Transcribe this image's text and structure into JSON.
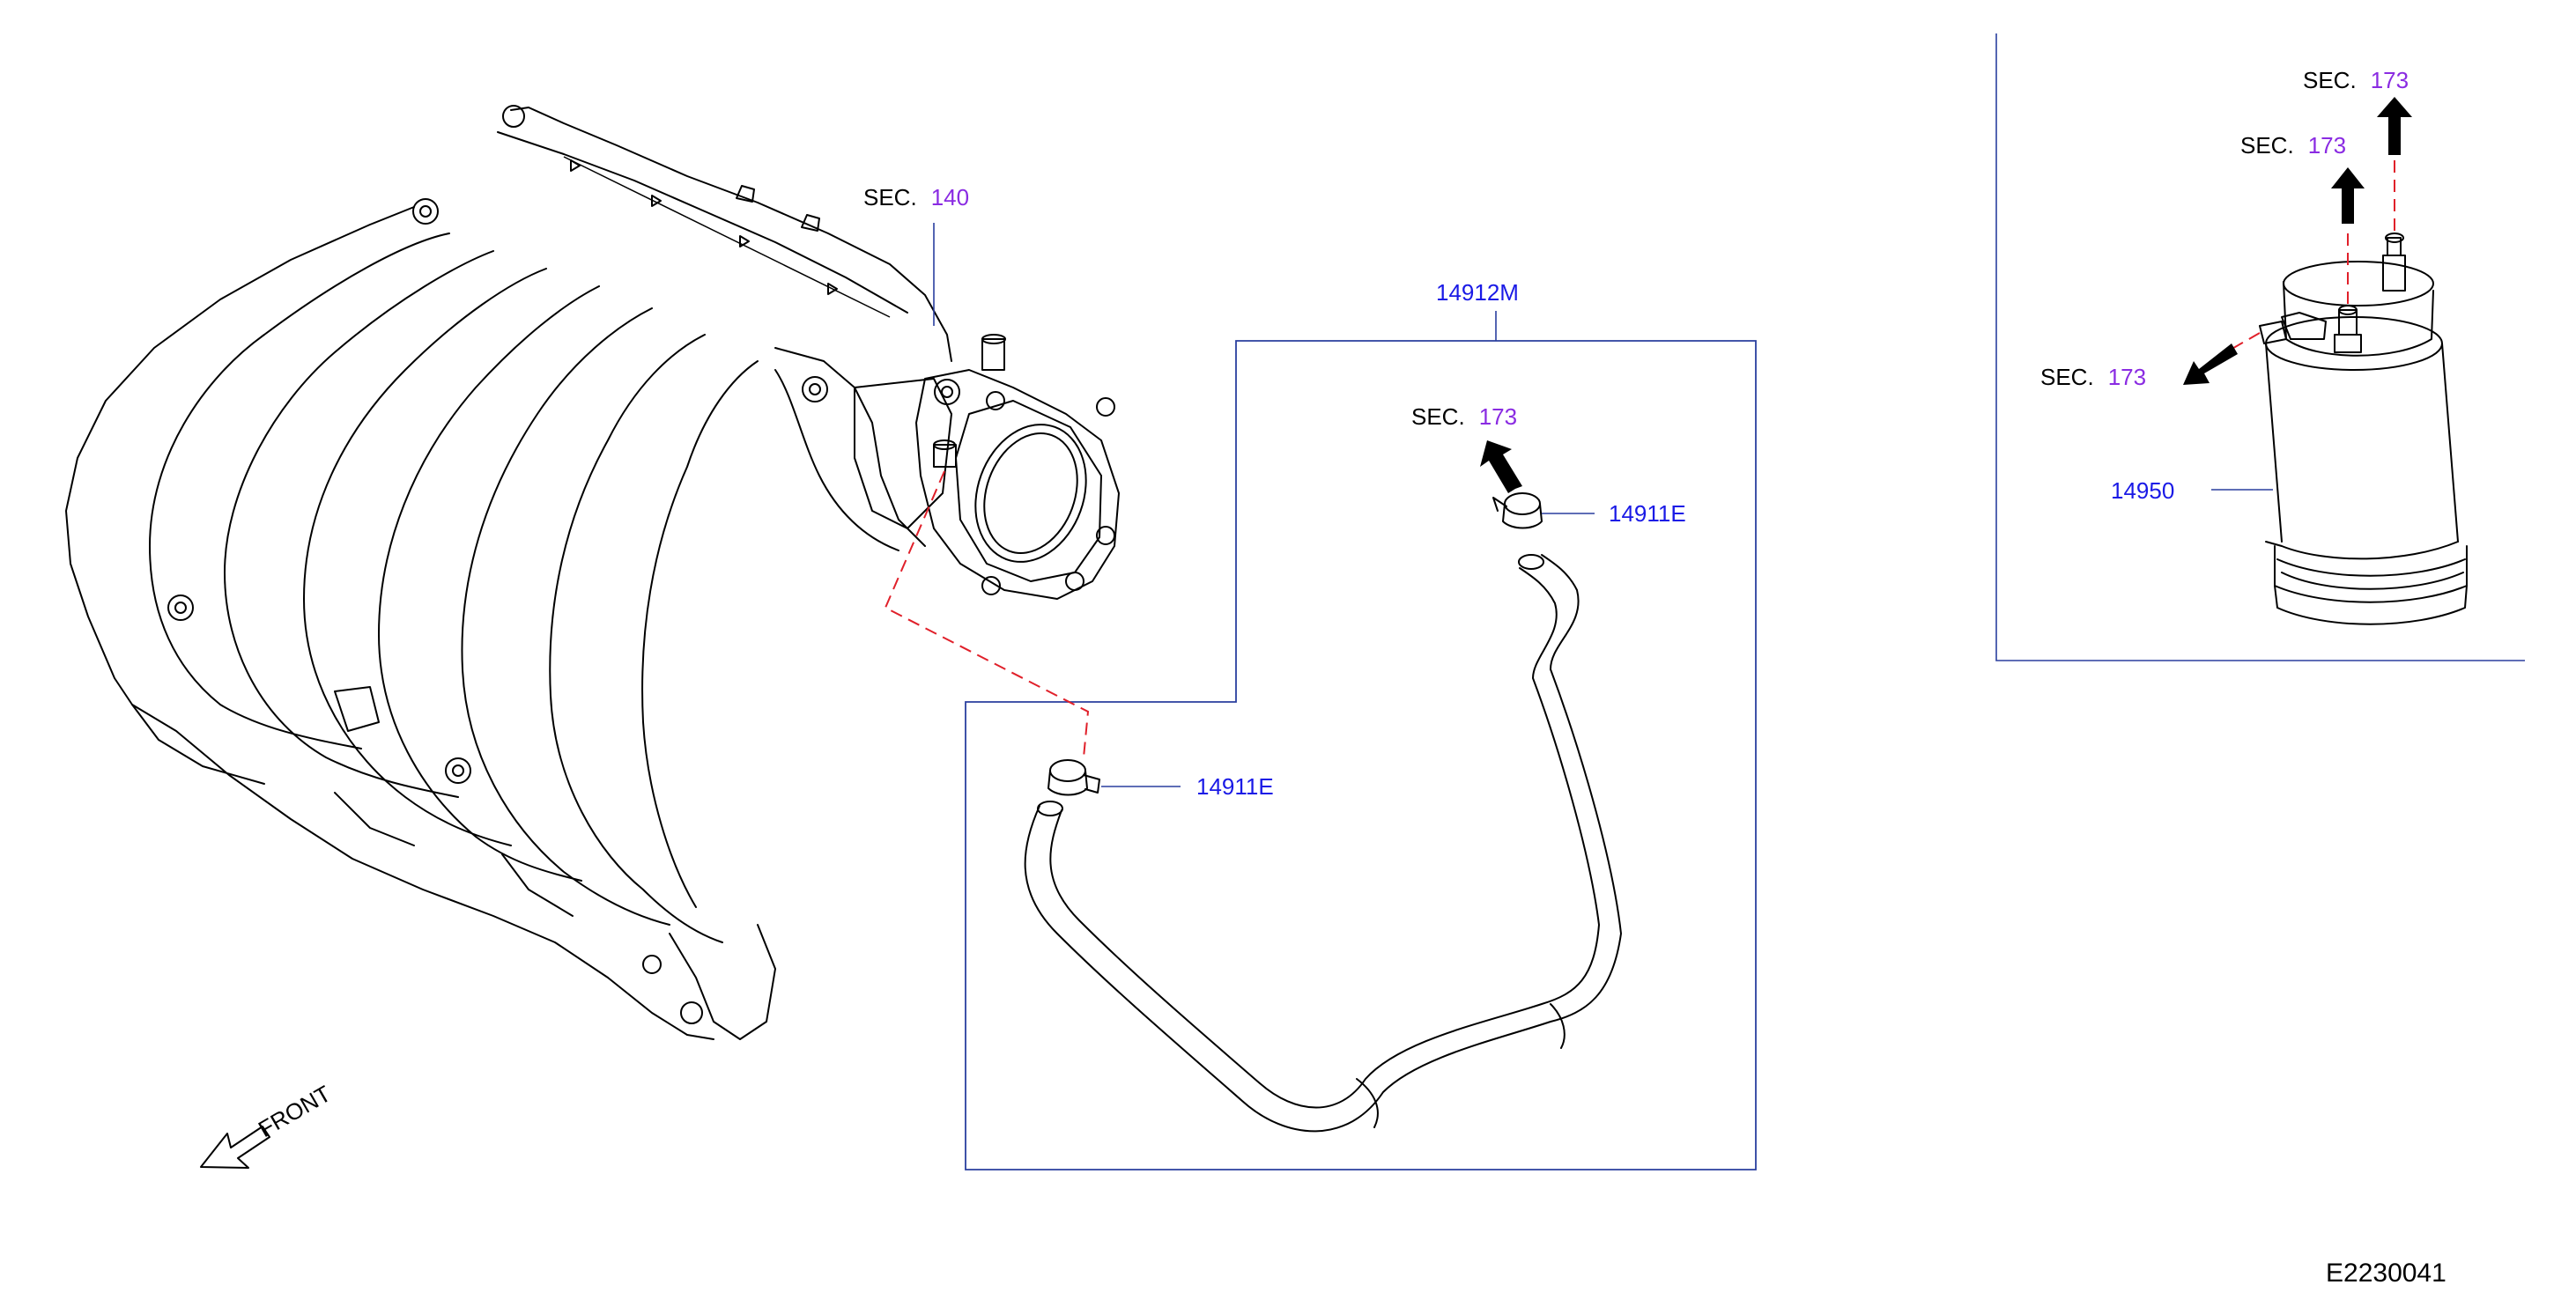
{
  "labels": {
    "sec_word": "SEC.",
    "sec_140": "140",
    "sec_173": "173",
    "part_14912M": "14912M",
    "part_14911E": "14911E",
    "part_14950": "14950",
    "front": "FRONT",
    "figure_code": "E2230041"
  },
  "colors": {
    "part_number": "#1a1ae6",
    "section_number": "#8a2be2",
    "callout_line": "#2a3f9e",
    "dashed_connection": "#e0202a"
  }
}
